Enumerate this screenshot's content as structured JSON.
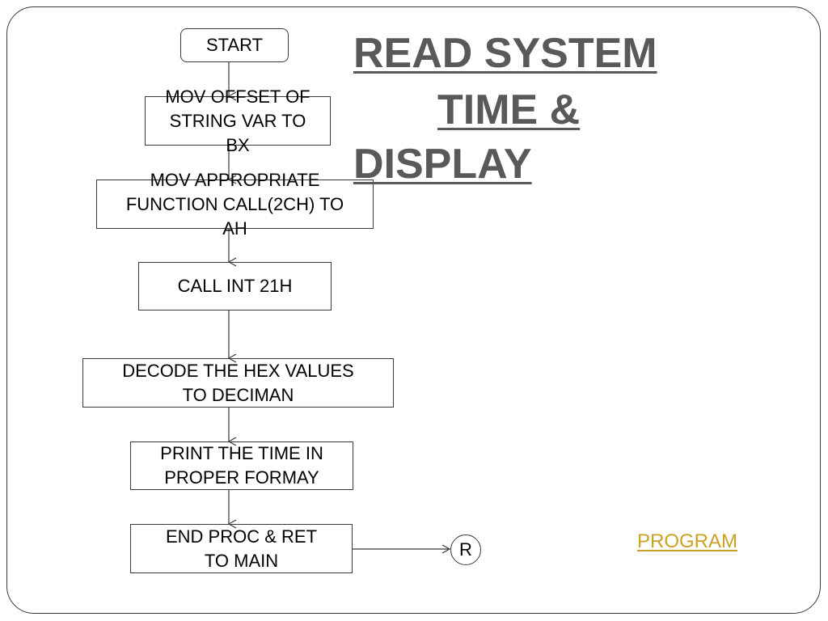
{
  "title": {
    "line1": "READ SYSTEM",
    "line2": "TIME &",
    "line3": "DISPLAY"
  },
  "flowchart": {
    "steps": [
      "START",
      "MOV OFFSET OF\nSTRING VAR TO\nBX",
      "MOV APPROPRIATE\nFUNCTION CALL(2CH) TO\nAH",
      "CALL INT 21H",
      "DECODE THE HEX VALUES\nTO DECIMAN",
      "PRINT THE TIME IN\nPROPER FORMAY",
      "END PROC & RET\nTO MAIN"
    ],
    "connector_label": "R"
  },
  "link": {
    "program": "PROGRAM"
  },
  "colors": {
    "title": "#595959",
    "link": "#c9a227",
    "border": "#3a3a3a"
  }
}
